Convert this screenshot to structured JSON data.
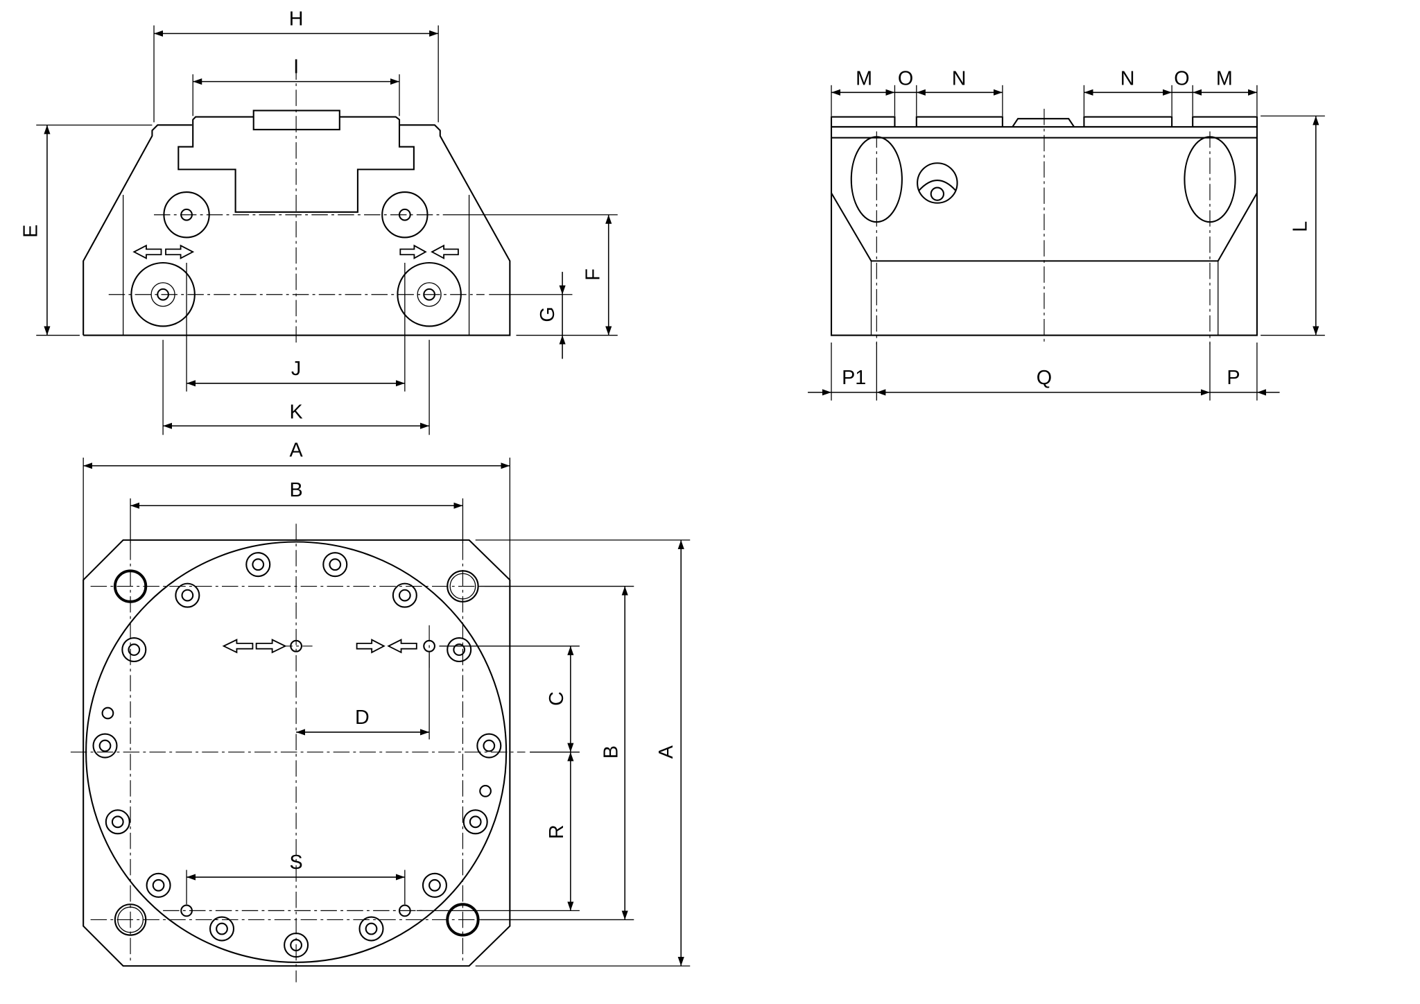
{
  "front_view": {
    "labels": {
      "H": "H",
      "I": "I",
      "E": "E",
      "F": "F",
      "G": "G",
      "J": "J",
      "K": "K"
    }
  },
  "side_view": {
    "labels": {
      "M_left": "M",
      "O_left": "O",
      "N_left": "N",
      "N_right": "N",
      "O_right": "O",
      "M_right": "M",
      "L": "L",
      "P1": "P1",
      "Q": "Q",
      "P": "P"
    }
  },
  "bottom_view": {
    "labels": {
      "A_top": "A",
      "B_top": "B",
      "A_right": "A",
      "B_right": "B",
      "C": "C",
      "R": "R",
      "D": "D",
      "S": "S"
    }
  }
}
